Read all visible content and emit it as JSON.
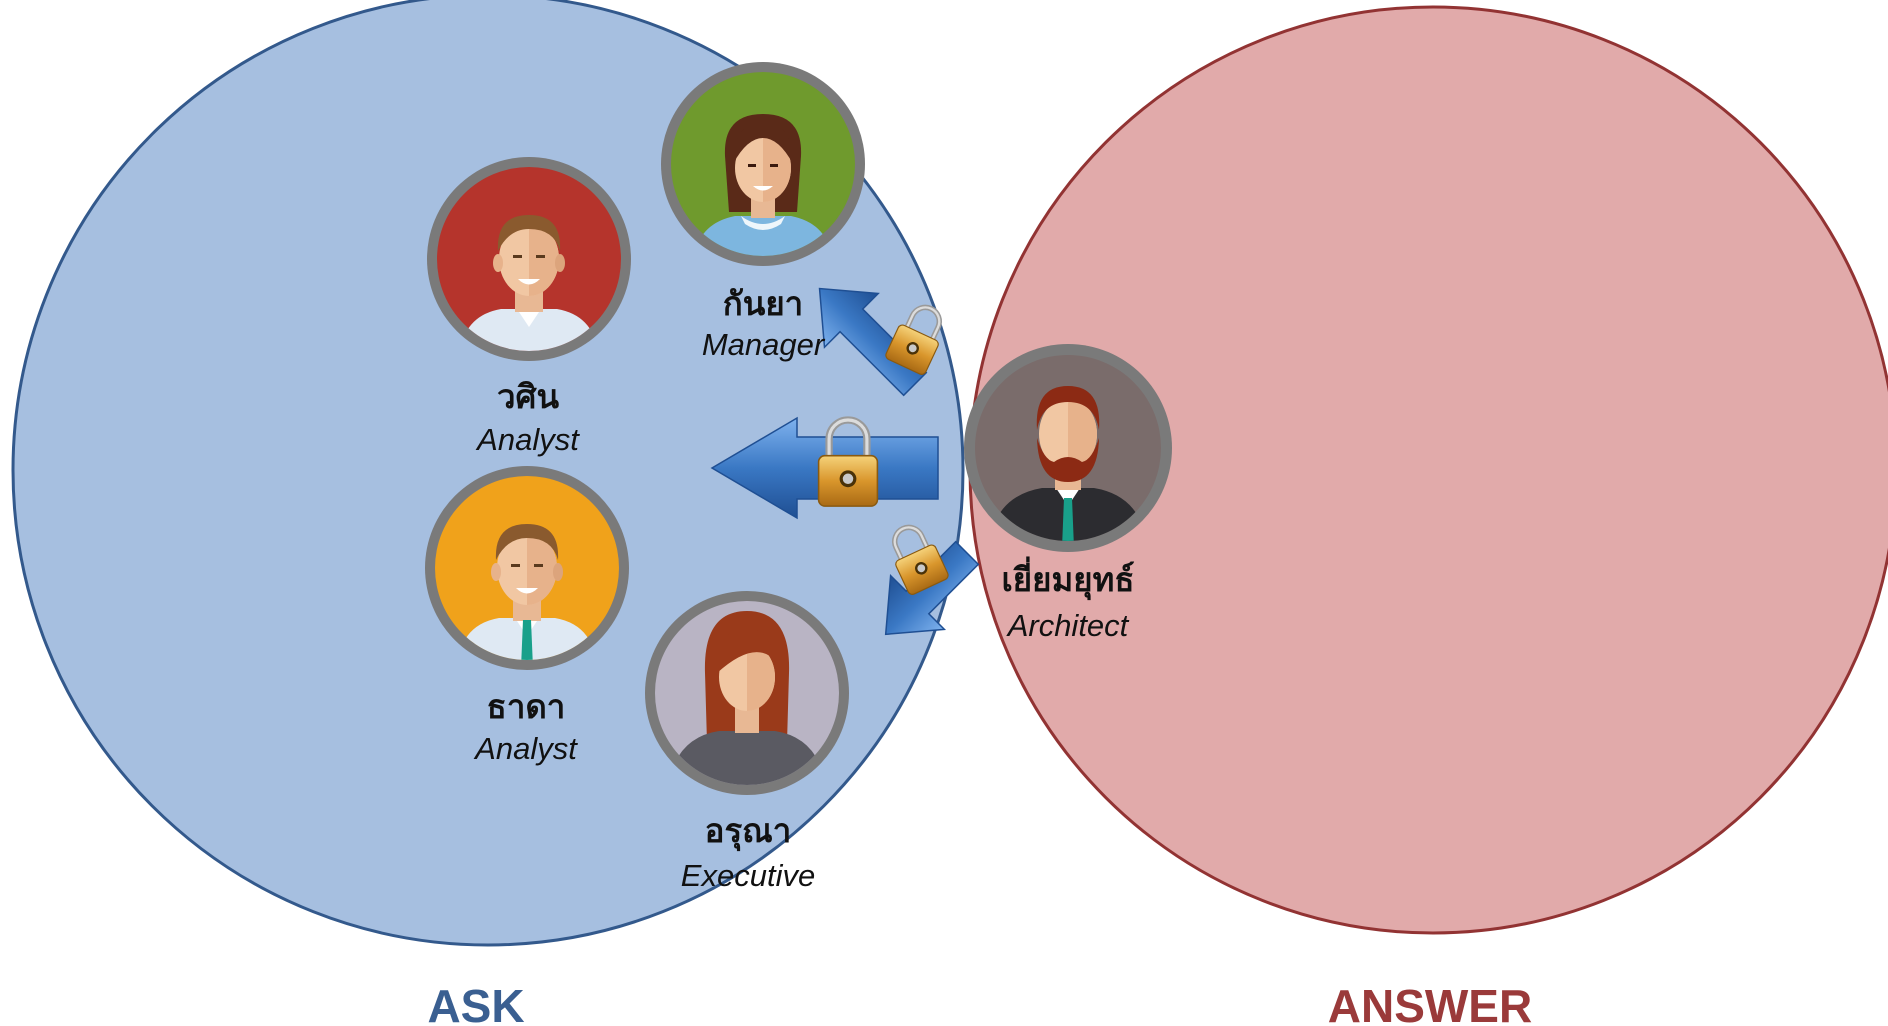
{
  "colors": {
    "ask_fill": "#a6bfe0",
    "ask_stroke": "#33598c",
    "answer_fill": "#e0a7a7",
    "answer_stroke": "#923333",
    "ask_caption": "#3a5f91",
    "answer_caption": "#9a3a3a",
    "arrow": "#3a78c4",
    "lock": "#e0a73a"
  },
  "captions": {
    "ask": "ASK",
    "answer": "ANSWER"
  },
  "people": {
    "kanya": {
      "name": "กันยา",
      "role": "Manager",
      "bg": "#6f9a2d",
      "icon": "woman-manager-avatar"
    },
    "wasin": {
      "name": "วศิน",
      "role": "Analyst",
      "bg": "#b5342c",
      "icon": "man-analyst-avatar"
    },
    "thada": {
      "name": "ธาดา",
      "role": "Analyst",
      "bg": "#f0a21b",
      "icon": "man-analyst-avatar"
    },
    "aruna": {
      "name": "อรุณา",
      "role": "Executive",
      "bg": "#b9b4c4",
      "icon": "woman-executive-avatar"
    },
    "yiamyut": {
      "name": "เยี่ยมยุทธ์",
      "role": "Architect",
      "bg": "#7a6c6b",
      "icon": "bearded-man-architect-avatar"
    }
  }
}
